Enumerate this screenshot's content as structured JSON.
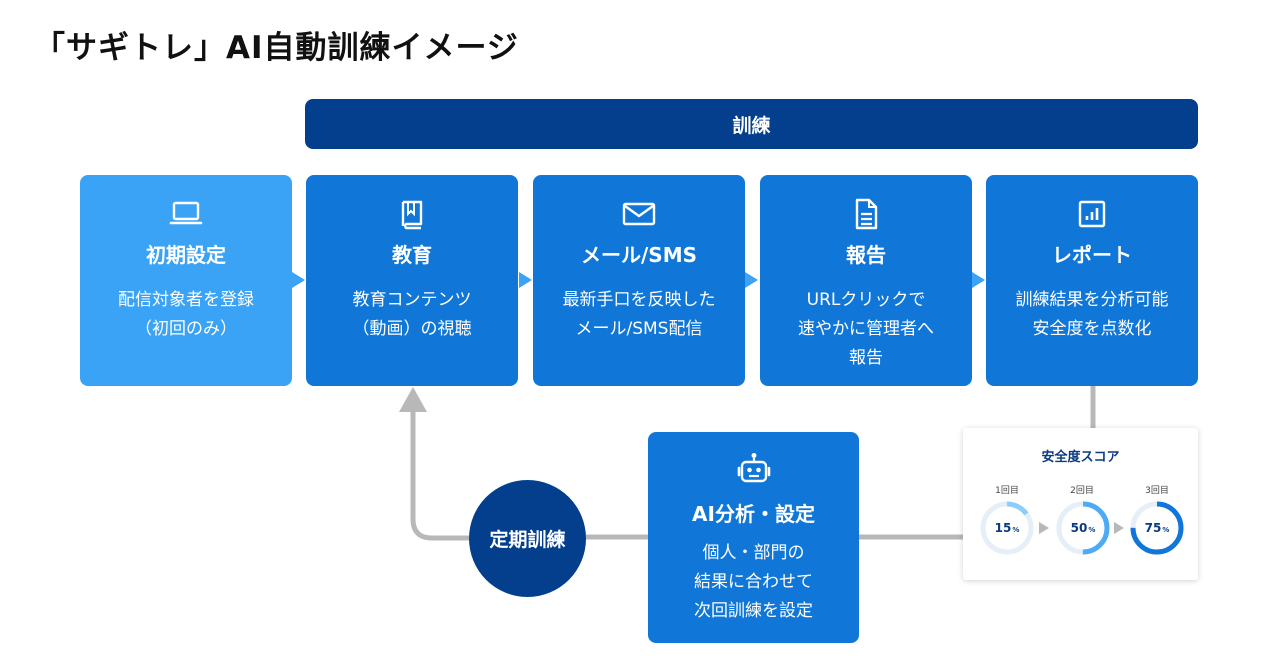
{
  "title": "「サギトレ」AI自動訓練イメージ",
  "banner": "訓練",
  "colors": {
    "dark_navy": "#033f8c",
    "step_blue": "#1077d9",
    "light_blue": "#3ba3f6",
    "connector_gray": "#b8b8b8"
  },
  "steps": [
    {
      "icon": "laptop-icon",
      "title": "初期設定",
      "desc": "配信対象者を登録\n（初回のみ）"
    },
    {
      "icon": "book-icon",
      "title": "教育",
      "desc": "教育コンテンツ\n（動画）の視聴"
    },
    {
      "icon": "mail-icon",
      "title": "メール/SMS",
      "desc": "最新手口を反映した\nメール/SMS配信"
    },
    {
      "icon": "document-icon",
      "title": "報告",
      "desc": "URLクリックで\n速やかに管理者へ\n報告"
    },
    {
      "icon": "chart-icon",
      "title": "レポート",
      "desc": "訓練結果を分析可能\n安全度を点数化"
    }
  ],
  "ai": {
    "icon": "robot-icon",
    "title": "AI分析・設定",
    "desc": "個人・部門の\n結果に合わせて\n次回訓練を設定"
  },
  "periodic": "定期訓練",
  "score": {
    "title": "安全度スコア",
    "unit": "%",
    "rounds": [
      {
        "label": "1回目",
        "value": 15
      },
      {
        "label": "2回目",
        "value": 50
      },
      {
        "label": "3回目",
        "value": 75
      }
    ]
  }
}
